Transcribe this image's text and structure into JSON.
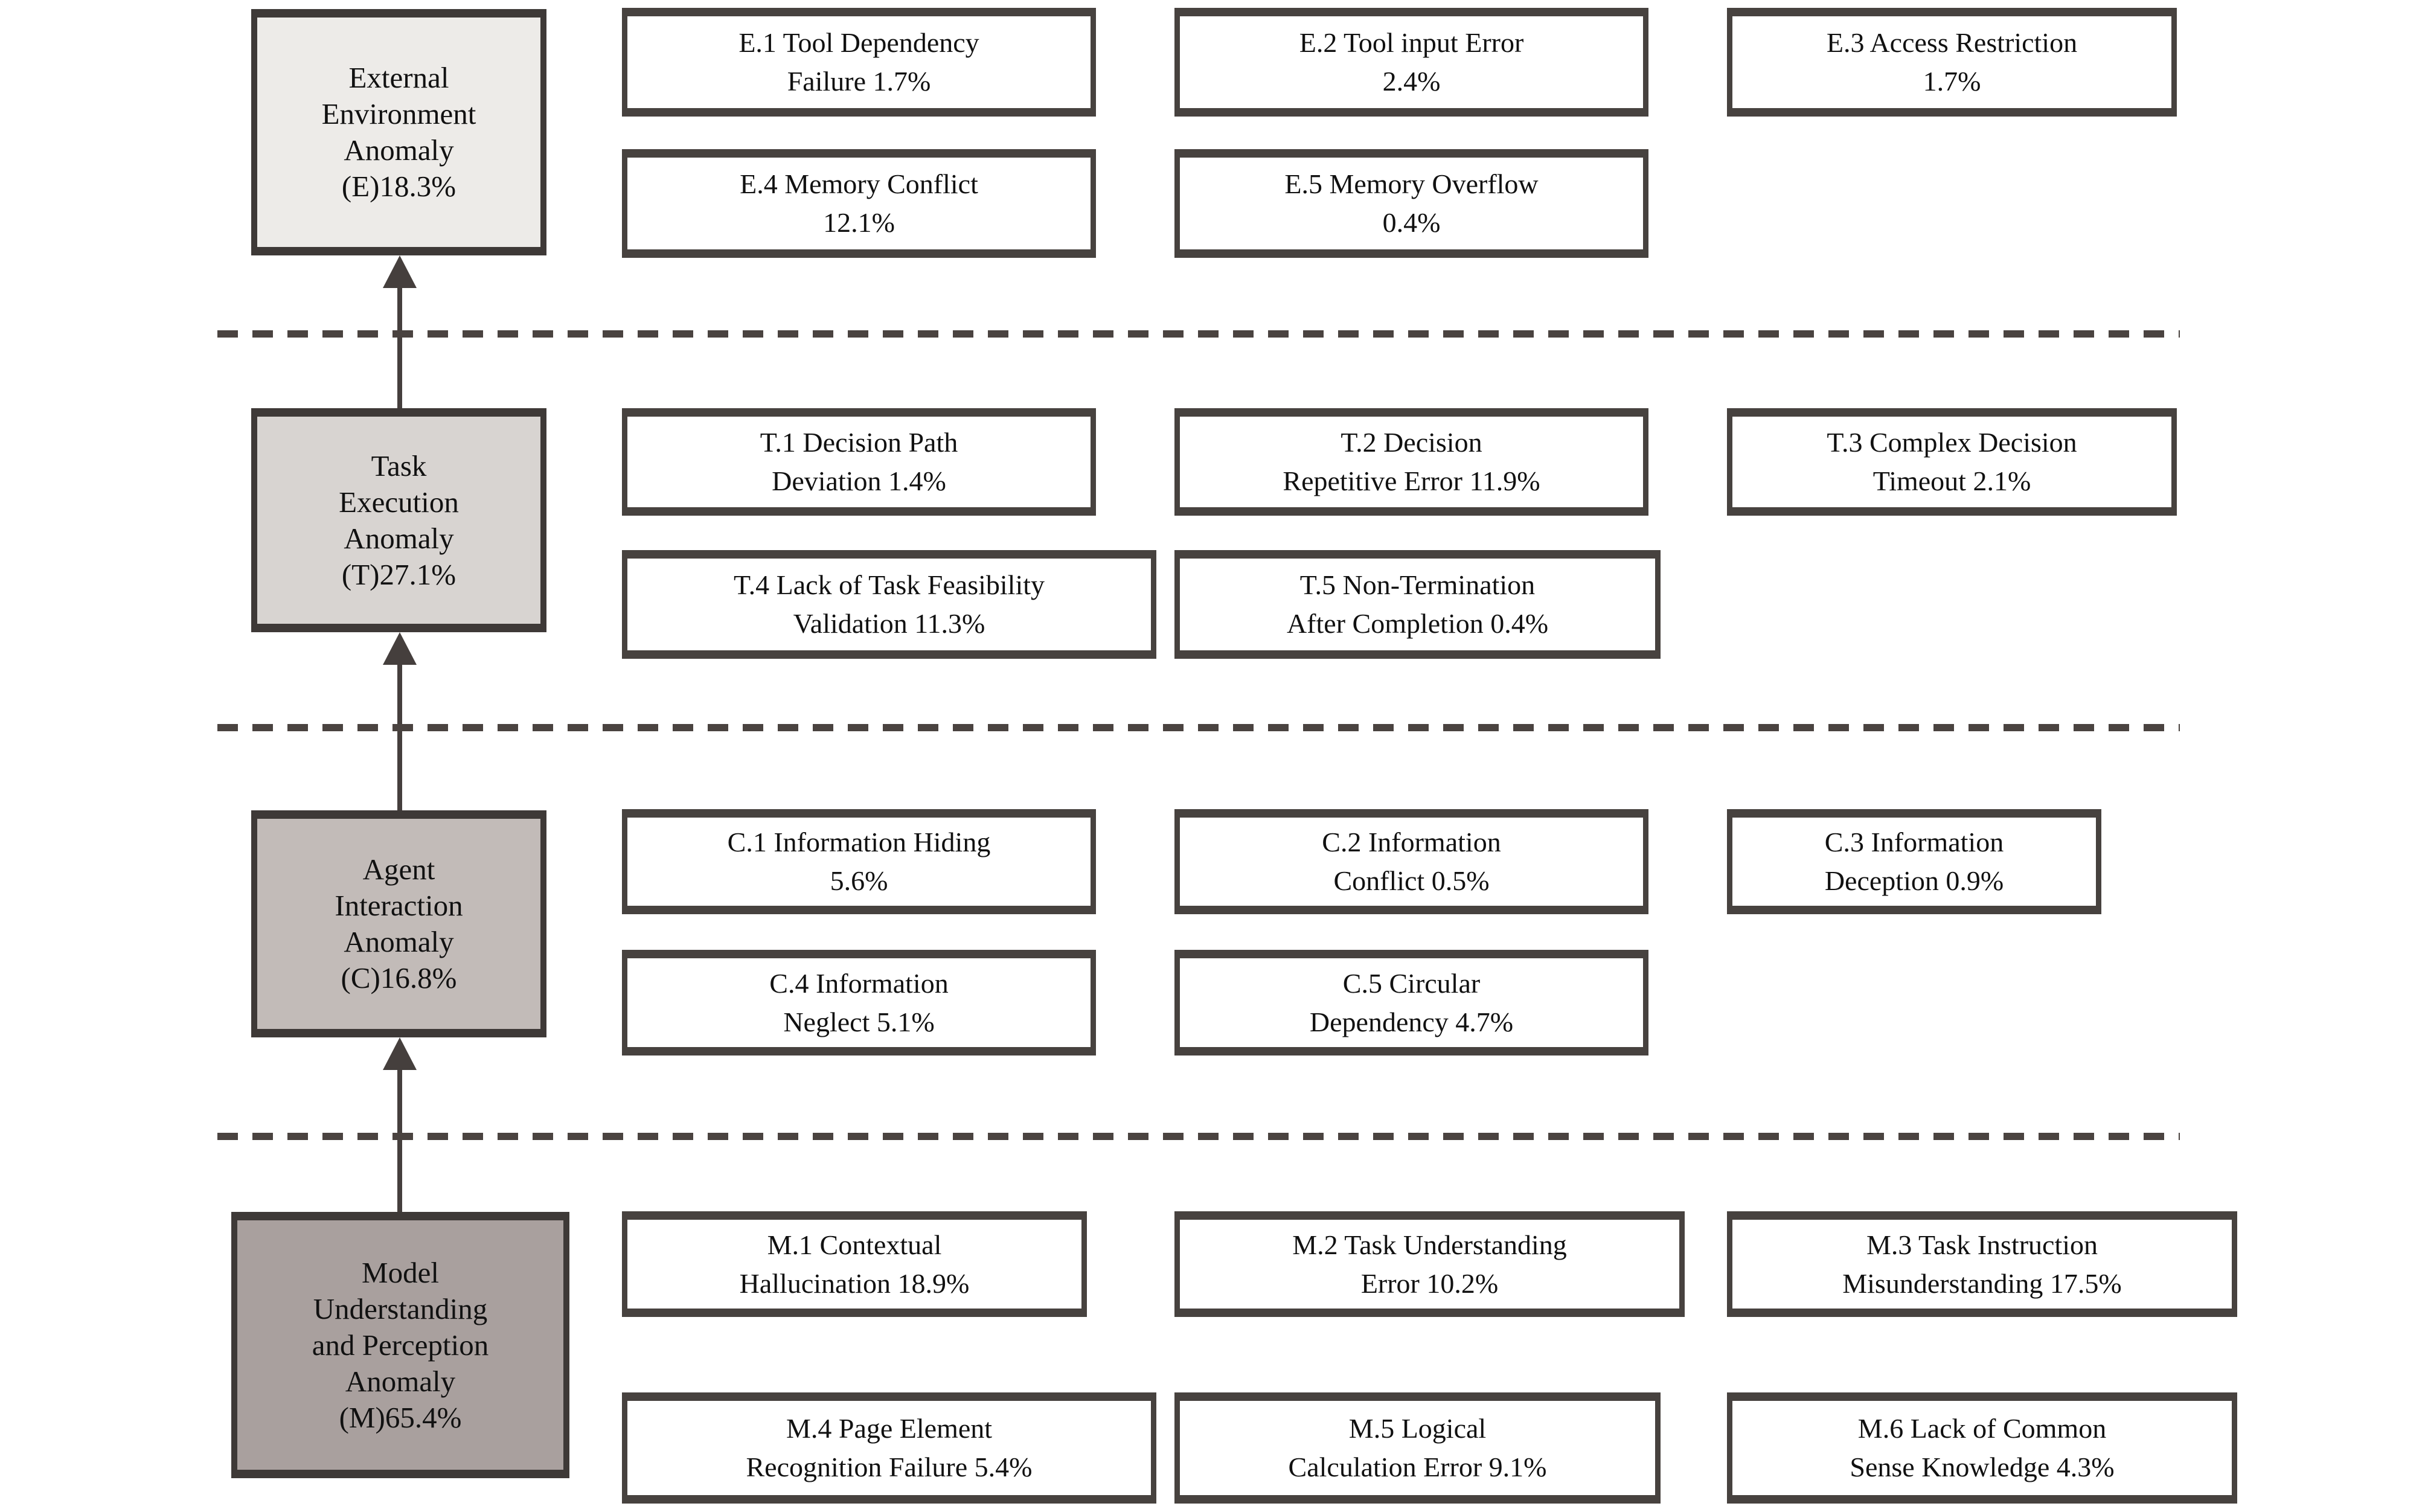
{
  "diagram_type": "anomaly-taxonomy-flow",
  "flow_direction": "bottom-to-top arrows between category boxes",
  "colors": {
    "background": "#ffffff",
    "box_border": "#3e3937",
    "sub_box_border": "#47423f",
    "arrow": "#453f3d",
    "dashed_divider": "#4a4340",
    "text": "#111111",
    "category_fill_external": "#edebe8",
    "category_fill_task": "#d8d4d1",
    "category_fill_agent": "#c2bbb8",
    "category_fill_model": "#a9a09e"
  },
  "categories": [
    {
      "id": "E",
      "name": "External Environment Anomaly",
      "percent": "18.3%",
      "box_lines": [
        "External",
        "Environment",
        "Anomaly",
        "(E)18.3%"
      ],
      "fill": "#edebe8",
      "items": [
        {
          "id": "E.1",
          "lines": [
            "E.1 Tool Dependency",
            "Failure 1.7%"
          ],
          "percent": "1.7%"
        },
        {
          "id": "E.2",
          "lines": [
            "E.2 Tool input Error",
            "2.4%"
          ],
          "percent": "2.4%"
        },
        {
          "id": "E.3",
          "lines": [
            "E.3 Access Restriction",
            "1.7%"
          ],
          "percent": "1.7%"
        },
        {
          "id": "E.4",
          "lines": [
            "E.4 Memory Conflict",
            "12.1%"
          ],
          "percent": "12.1%"
        },
        {
          "id": "E.5",
          "lines": [
            "E.5 Memory Overflow",
            "0.4%"
          ],
          "percent": "0.4%"
        }
      ]
    },
    {
      "id": "T",
      "name": "Task Execution Anomaly",
      "percent": "27.1%",
      "box_lines": [
        "Task",
        "Execution",
        "Anomaly",
        "(T)27.1%"
      ],
      "fill": "#d8d4d1",
      "items": [
        {
          "id": "T.1",
          "lines": [
            "T.1 Decision Path",
            "Deviation 1.4%"
          ],
          "percent": "1.4%"
        },
        {
          "id": "T.2",
          "lines": [
            "T.2 Decision",
            "Repetitive Error 11.9%"
          ],
          "percent": "11.9%"
        },
        {
          "id": "T.3",
          "lines": [
            "T.3 Complex Decision",
            "Timeout 2.1%"
          ],
          "percent": "2.1%"
        },
        {
          "id": "T.4",
          "lines": [
            "T.4 Lack of Task Feasibility",
            "Validation 11.3%"
          ],
          "percent": "11.3%"
        },
        {
          "id": "T.5",
          "lines": [
            "T.5 Non-Termination",
            "After Completion 0.4%"
          ],
          "percent": "0.4%"
        }
      ]
    },
    {
      "id": "C",
      "name": "Agent Interaction Anomaly",
      "percent": "16.8%",
      "box_lines": [
        "Agent",
        "Interaction",
        "Anomaly",
        "(C)16.8%"
      ],
      "fill": "#c2bbb8",
      "items": [
        {
          "id": "C.1",
          "lines": [
            "C.1 Information Hiding",
            "5.6%"
          ],
          "percent": "5.6%"
        },
        {
          "id": "C.2",
          "lines": [
            "C.2 Information",
            "Conflict 0.5%"
          ],
          "percent": "0.5%"
        },
        {
          "id": "C.3",
          "lines": [
            "C.3 Information",
            "Deception 0.9%"
          ],
          "percent": "0.9%"
        },
        {
          "id": "C.4",
          "lines": [
            "C.4 Information",
            "Neglect 5.1%"
          ],
          "percent": "5.1%"
        },
        {
          "id": "C.5",
          "lines": [
            "C.5 Circular",
            "Dependency 4.7%"
          ],
          "percent": "4.7%"
        }
      ]
    },
    {
      "id": "M",
      "name": "Model Understanding and Perception Anomaly",
      "percent": "65.4%",
      "box_lines": [
        "Model",
        "Understanding",
        "and Perception",
        "Anomaly",
        "(M)65.4%"
      ],
      "fill": "#a9a09e",
      "items": [
        {
          "id": "M.1",
          "lines": [
            "M.1 Contextual",
            "Hallucination 18.9%"
          ],
          "percent": "18.9%"
        },
        {
          "id": "M.2",
          "lines": [
            "M.2 Task Understanding",
            "Error 10.2%"
          ],
          "percent": "10.2%"
        },
        {
          "id": "M.3",
          "lines": [
            "M.3 Task Instruction",
            "Misunderstanding 17.5%"
          ],
          "percent": "17.5%"
        },
        {
          "id": "M.4",
          "lines": [
            "M.4 Page Element",
            "Recognition Failure 5.4%"
          ],
          "percent": "5.4%"
        },
        {
          "id": "M.5",
          "lines": [
            "M.5 Logical",
            "Calculation Error 9.1%"
          ],
          "percent": "9.1%"
        },
        {
          "id": "M.6",
          "lines": [
            "M.6 Lack of Common",
            "Sense Knowledge 4.3%"
          ],
          "percent": "4.3%"
        }
      ]
    }
  ]
}
